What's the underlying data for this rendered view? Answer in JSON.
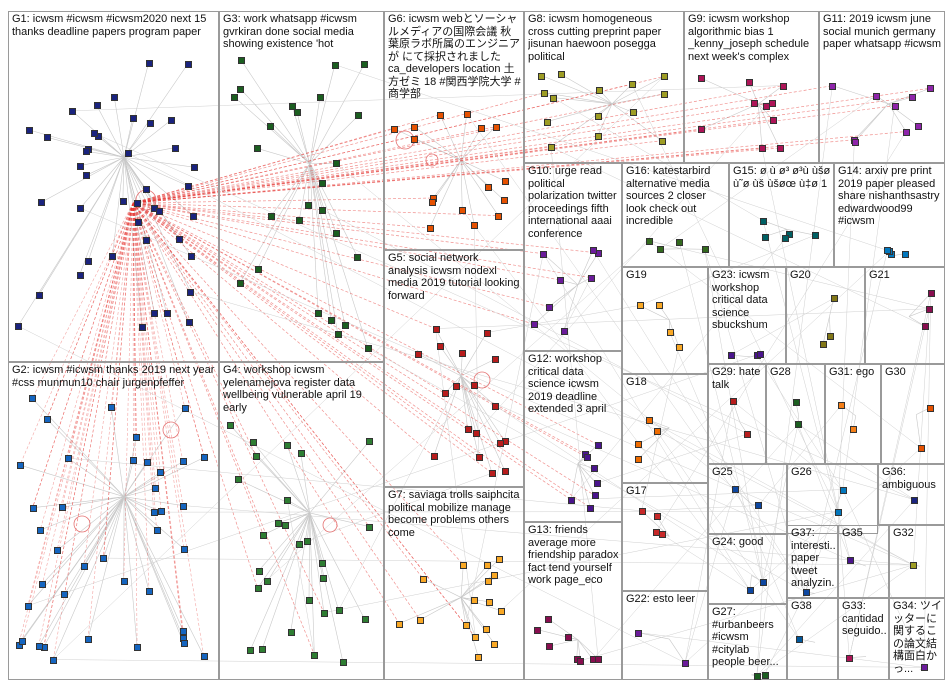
{
  "groups": [
    {
      "id": "G1",
      "label": "G1: icwsm #icwsm #icwsm2020 next 15 thanks deadline papers program paper",
      "color": "#1a237e"
    },
    {
      "id": "G2",
      "label": "G2: icwsm #icwsm thanks 2019 next year #css munmun10 chair jurgenpfeffer",
      "color": "#1565c0"
    },
    {
      "id": "G3",
      "label": "G3: work whatsapp #icwsm gvrkiran done social media showing existence 'hot",
      "color": "#1b5e20"
    },
    {
      "id": "G4",
      "label": "G4: workshop icwsm yelenamejova register data wellbeing vulnerable april 19 early",
      "color": "#2e7d32"
    },
    {
      "id": "G5",
      "label": "G5: social network analysis icwsm nodexl media 2019 tutorial looking forward",
      "color": "#b71c1c"
    },
    {
      "id": "G6",
      "label": "G6: icwsm webとソーシャルメディアの国際会議 秋葉原ラボ所属のエンジニアが にて採択されました ca_developers location 土方ゼミ 18 #関西学院大学 #商学部",
      "color": "#e65100"
    },
    {
      "id": "G7",
      "label": "G7: saviaga trolls saiphcita political mobilize manage become problems others come",
      "color": "#f9a825"
    },
    {
      "id": "G8",
      "label": "G8: icwsm homogeneous cross cutting preprint paper jisunan haewoon posegga political",
      "color": "#9e9d24"
    },
    {
      "id": "G9",
      "label": "G9: icwsm workshop algorithmic bias 1 _kenny_joseph schedule next week's complex",
      "color": "#ad1457"
    },
    {
      "id": "G10",
      "label": "G10: urge read political polarization twitter proceedings fifth international aaai conference",
      "color": "#6a1b9a"
    },
    {
      "id": "G11",
      "label": "G11: 2019 icwsm june social munich germany paper whatsapp #icwsm",
      "color": "#8e24aa"
    },
    {
      "id": "G12",
      "label": "G12: workshop critical data science icwsm 2019 deadline extended 3 april",
      "color": "#4a148c"
    },
    {
      "id": "G13",
      "label": "G13: friends average more friendship paradox fact tend yourself work page_eco",
      "color": "#880e4f"
    },
    {
      "id": "G14",
      "label": "G14: arxiv pre print 2019 paper pleased share nishanthsastry edwardwood99 #icwsm",
      "color": "#0277bd"
    },
    {
      "id": "G15",
      "label": "G15: ø ù ø³ ø³ù ùšø ù˜ø ùš ùšøœ ù‡ø 1",
      "color": "#006064"
    },
    {
      "id": "G16",
      "label": "G16: katestarbird alternative media sources 2 closer look check out incredible",
      "color": "#33691e"
    },
    {
      "id": "G17",
      "label": "G17",
      "color": "#c62828"
    },
    {
      "id": "G18",
      "label": "G18",
      "color": "#ef6c00"
    },
    {
      "id": "G19",
      "label": "G19",
      "color": "#f9a825"
    },
    {
      "id": "G20",
      "label": "G20",
      "color": "#827717"
    },
    {
      "id": "G21",
      "label": "G21",
      "color": "#880e4f"
    },
    {
      "id": "G22",
      "label": "G22: esto leer",
      "color": "#6a1b9a"
    },
    {
      "id": "G23",
      "label": "G23: icwsm workshop critical data science sbuckshum",
      "color": "#4a148c"
    },
    {
      "id": "G24",
      "label": "G24: good",
      "color": "#0d47a1"
    },
    {
      "id": "G25",
      "label": "G25",
      "color": "#0d47a1"
    },
    {
      "id": "G26",
      "label": "G26",
      "color": "#0277bd"
    },
    {
      "id": "G27",
      "label": "G27: #urbanbeers #icwsm #citylab people beer...",
      "color": "#1b5e20"
    },
    {
      "id": "G28",
      "label": "G28",
      "color": "#1b5e20"
    },
    {
      "id": "G29",
      "label": "G29: hate talk",
      "color": "#b71c1c"
    },
    {
      "id": "G30",
      "label": "G30",
      "color": "#e65100"
    },
    {
      "id": "G31",
      "label": "G31: ego",
      "color": "#f57f17"
    },
    {
      "id": "G32",
      "label": "G32",
      "color": "#9e9d24"
    },
    {
      "id": "G33",
      "label": "G33: cantidad seguido...",
      "color": "#ad1457"
    },
    {
      "id": "G34",
      "label": "G34: ツイッターに関するこの論文結構面白かっ...",
      "color": "#6a1b9a"
    },
    {
      "id": "G35",
      "label": "G35",
      "color": "#4a148c"
    },
    {
      "id": "G36",
      "label": "G36: ambiguous",
      "color": "#1a237e"
    },
    {
      "id": "G37",
      "label": "G37: interesti... paper tweet analyzin...",
      "color": "#0d47a1"
    },
    {
      "id": "G38",
      "label": "G38",
      "color": "#01579b"
    }
  ]
}
